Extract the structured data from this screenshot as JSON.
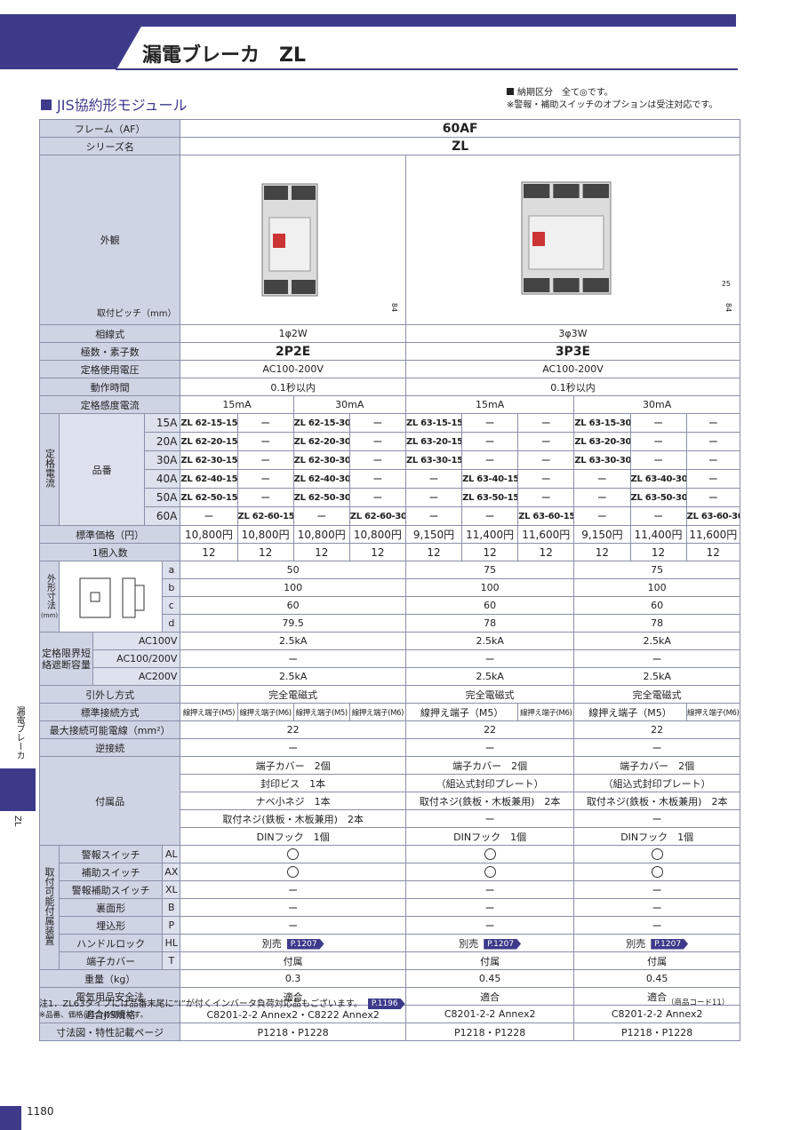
{
  "header": {
    "title": "漏電ブレーカ　ZL"
  },
  "section": {
    "title": "JIS協約形モジュール"
  },
  "notes_top": [
    "納期区分　全て◎です。",
    "※警報・補助スイッチのオプションは受注対応です。"
  ],
  "frame": {
    "label": "フレーム（AF）",
    "value": "60AF"
  },
  "series": {
    "label": "シリーズ名",
    "value": "ZL"
  },
  "appearance": {
    "label": "外観",
    "pitch_label": "取付ピッチ（mm）",
    "dim_84": "84",
    "dim_25": "25"
  },
  "phase": {
    "label": "相線式",
    "v1": "1φ2W",
    "v2": "3φ3W"
  },
  "poles": {
    "label": "極数・素子数",
    "v1": "2P2E",
    "v2": "3P3E"
  },
  "voltage": {
    "label": "定格使用電圧",
    "v1": "AC100-200V",
    "v2": "AC100-200V"
  },
  "optime": {
    "label": "動作時間",
    "v1": "0.1秒以内",
    "v2": "0.1秒以内"
  },
  "sens": {
    "label": "定格感度電流",
    "a": "15mA",
    "b": "30mA",
    "c": "15mA",
    "d": "30mA"
  },
  "rated_current": {
    "label": "定格電流",
    "part_label": "品番"
  },
  "part_rows": [
    {
      "amp": "15A",
      "cells": [
        "ZL 62-15-15",
        "ー",
        "ZL 62-15-30",
        "ー",
        "ZL 63-15-15",
        "ー",
        "ー",
        "ZL 63-15-30",
        "ー",
        "ー"
      ]
    },
    {
      "amp": "20A",
      "cells": [
        "ZL 62-20-15",
        "ー",
        "ZL 62-20-30",
        "ー",
        "ZL 63-20-15",
        "ー",
        "ー",
        "ZL 63-20-30",
        "ー",
        "ー"
      ]
    },
    {
      "amp": "30A",
      "cells": [
        "ZL 62-30-15",
        "ー",
        "ZL 62-30-30",
        "ー",
        "ZL 63-30-15",
        "ー",
        "ー",
        "ZL 63-30-30",
        "ー",
        "ー"
      ]
    },
    {
      "amp": "40A",
      "cells": [
        "ZL 62-40-15",
        "ー",
        "ZL 62-40-30",
        "ー",
        "ー",
        "ZL 63-40-15",
        "ー",
        "ー",
        "ZL 63-40-30",
        "ー"
      ]
    },
    {
      "amp": "50A",
      "cells": [
        "ZL 62-50-15",
        "ー",
        "ZL 62-50-30",
        "ー",
        "ー",
        "ZL 63-50-15",
        "ー",
        "ー",
        "ZL 63-50-30",
        "ー"
      ]
    },
    {
      "amp": "60A",
      "cells": [
        "ー",
        "ZL 62-60-15",
        "ー",
        "ZL 62-60-30",
        "ー",
        "ー",
        "ZL 63-60-15",
        "ー",
        "ー",
        "ZL 63-60-30"
      ]
    }
  ],
  "price": {
    "label": "標準価格（円）",
    "cells": [
      "10,800円",
      "10,800円",
      "10,800円",
      "10,800円",
      "9,150円",
      "11,400円",
      "11,600円",
      "9,150円",
      "11,400円",
      "11,600円"
    ]
  },
  "qty": {
    "label": "1梱入数",
    "cells": [
      "12",
      "12",
      "12",
      "12",
      "12",
      "12",
      "12",
      "12",
      "12",
      "12"
    ]
  },
  "dims": {
    "label": "外形寸法",
    "unit": "(mm)",
    "rows": [
      {
        "k": "a",
        "v": [
          "50",
          "75",
          "75"
        ]
      },
      {
        "k": "b",
        "v": [
          "100",
          "100",
          "100"
        ]
      },
      {
        "k": "c",
        "v": [
          "60",
          "60",
          "60"
        ]
      },
      {
        "k": "d",
        "v": [
          "79.5",
          "78",
          "78"
        ]
      }
    ]
  },
  "breaking": {
    "label": "定格限界短絡遮断容量",
    "rows": [
      {
        "k": "AC100V",
        "v": [
          "2.5kA",
          "2.5kA",
          "2.5kA"
        ]
      },
      {
        "k": "AC100/200V",
        "v": [
          "ー",
          "ー",
          "ー"
        ]
      },
      {
        "k": "AC200V",
        "v": [
          "2.5kA",
          "2.5kA",
          "2.5kA"
        ]
      }
    ]
  },
  "leadout": {
    "label": "引外し方式",
    "v": [
      "完全電磁式",
      "完全電磁式",
      "完全電磁式"
    ]
  },
  "terminal": {
    "label": "標準接続方式",
    "g1": [
      "線押え端子(M5)",
      "線押え端子(M6)",
      "線押え端子(M5)",
      "線押え端子(M6)"
    ],
    "g2": [
      "線押え端子（M5）",
      "線押え端子(M6)"
    ],
    "g3": [
      "線押え端子（M5）",
      "線押え端子(M6)"
    ]
  },
  "maxwire": {
    "label": "最大接続可能電線（mm²）",
    "v": [
      "22",
      "22",
      "22"
    ]
  },
  "reverse": {
    "label": "逆接続",
    "v": [
      "ー",
      "ー",
      "ー"
    ]
  },
  "accessories": {
    "label": "付属品",
    "g1": [
      "端子カバー　2個",
      "封印ビス　1本",
      "ナベ小ネジ　1本",
      "取付ネジ(鉄板・木板兼用)　2本",
      "DINフック　1個"
    ],
    "g2": [
      "端子カバー　2個",
      "（組込式封印プレート）",
      "取付ネジ(鉄板・木板兼用)　2本",
      "ー",
      "DINフック　1個"
    ],
    "g3": [
      "端子カバー　2個",
      "（組込式封印プレート）",
      "取付ネジ(鉄板・木板兼用)　2本",
      "ー",
      "DINフック　1個"
    ]
  },
  "options": {
    "label": "取付可能付属装置",
    "rows": [
      {
        "name": "警報スイッチ",
        "code": "AL",
        "v": [
          "○",
          "○",
          "○"
        ]
      },
      {
        "name": "補助スイッチ",
        "code": "AX",
        "v": [
          "○",
          "○",
          "○"
        ]
      },
      {
        "name": "警報補助スイッチ",
        "code": "XL",
        "v": [
          "ー",
          "ー",
          "ー"
        ]
      },
      {
        "name": "裏面形",
        "code": "B",
        "v": [
          "ー",
          "ー",
          "ー"
        ]
      },
      {
        "name": "埋込形",
        "code": "P",
        "v": [
          "ー",
          "ー",
          "ー"
        ]
      },
      {
        "name": "ハンドルロック",
        "code": "HL",
        "v": [
          "別売",
          "別売",
          "別売"
        ],
        "ref": "P.1207"
      },
      {
        "name": "端子カバー",
        "code": "T",
        "v": [
          "付属",
          "付属",
          "付属"
        ]
      }
    ]
  },
  "weight": {
    "label": "重量（kg）",
    "v": [
      "0.3",
      "0.45",
      "0.45"
    ]
  },
  "safety": {
    "label": "電気用品安全法",
    "v": [
      "適合",
      "適合",
      "適合"
    ]
  },
  "jis": {
    "label": "適合JIS規格",
    "v": [
      "C8201-2-2 Annex2・C8222 Annex2",
      "C8201-2-2 Annex2",
      "C8201-2-2 Annex2"
    ]
  },
  "pages": {
    "label": "寸法図・特性記載ページ",
    "v": [
      "P1218・P1228",
      "P1218・P1228",
      "P1218・P1228"
    ]
  },
  "footnote1": "注1．ZL63タイプには品番末尾に“I”が付くインバータ負荷対応品もございます。",
  "footnote1_ref": "P.1196",
  "footnote2": "※品番、価格は1コの場合です。",
  "code_note": "（商品コード11）",
  "side_label": "漏電ブレーカ",
  "side_zl": "ZL",
  "page_number": "1180"
}
